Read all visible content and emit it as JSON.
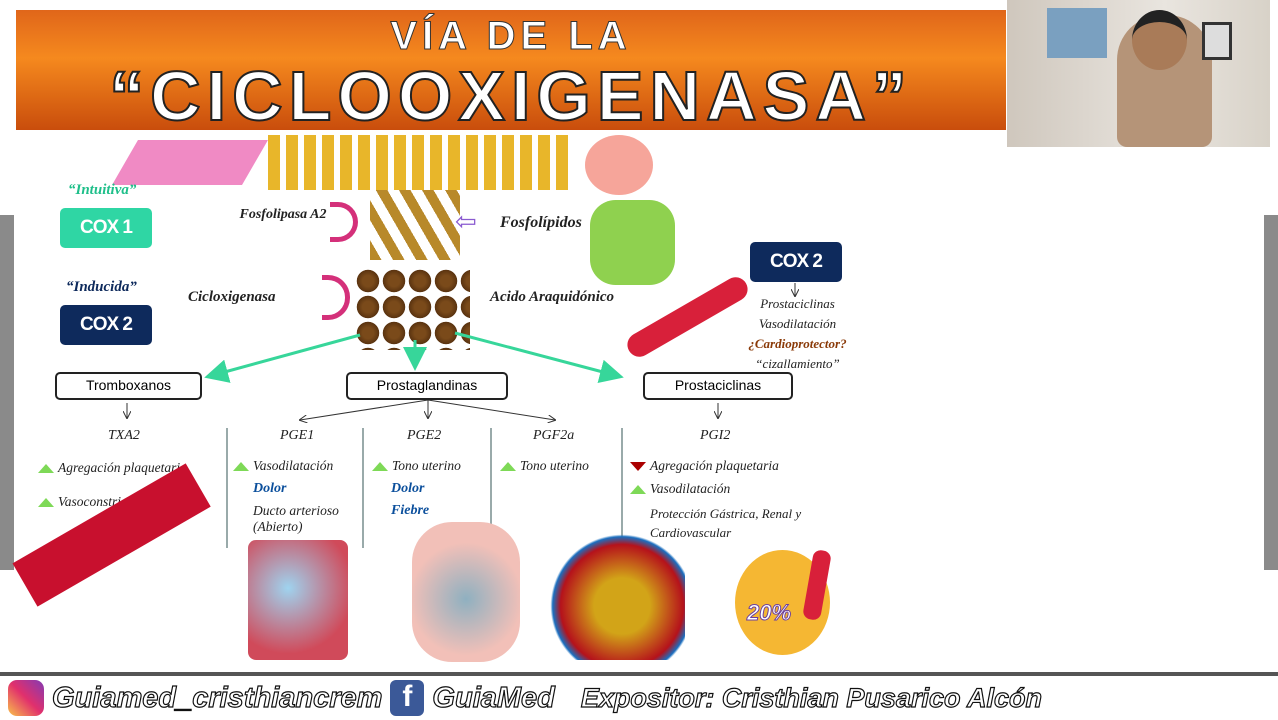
{
  "title": {
    "line1": "VÍA DE LA",
    "line2": "“CICLOOXIGENASA”"
  },
  "left": {
    "intuitiva": "“Intuitiva”",
    "cox1": "COX 1",
    "inducida": "“Inducida”",
    "cox2": "COX 2"
  },
  "center": {
    "fosfolipasa": "Fosfolipasa A2",
    "fosfolipidos": "Fosfolípidos",
    "cicloxigenasa": "Cicloxigenasa",
    "acido": "Acido Araquidónico"
  },
  "right": {
    "cox2": "COX 2",
    "lines": [
      "Prostaciclinas",
      "Vasodilatación"
    ],
    "cardio": "¿Cardioprotector?",
    "ciz": "“cizallamiento”"
  },
  "boxes": {
    "tromboxanos": "Tromboxanos",
    "prostaglandinas": "Prostaglandinas",
    "prostaciclinas": "Prostaciclinas"
  },
  "cols": {
    "txa2": {
      "name": "TXA2",
      "e1": "Agregación plaquetaria",
      "e2": "Vasoconstricción"
    },
    "pge1": {
      "name": "PGE1",
      "e1": "Vasodilatación",
      "b1": "Dolor",
      "e2": "Ducto arterioso (Abierto)"
    },
    "pge2": {
      "name": "PGE2",
      "e1": "Tono uterino",
      "b1": "Dolor",
      "b2": "Fiebre"
    },
    "pgf2a": {
      "name": "PGF2a",
      "e1": "Tono uterino"
    },
    "pgi2": {
      "name": "PGI2",
      "e1": "Agregación plaquetaria",
      "e2": "Vasodilatación",
      "e3": "Protección Gástrica, Renal y Cardiovascular"
    }
  },
  "kidney_label": "20%",
  "footer": {
    "instagram": "Guiamed_cristhiancrem",
    "facebook": "GuiaMed",
    "expositor": "Expositor: Cristhian Pusarico Alcón"
  },
  "colors": {
    "banner": "#f07d1c",
    "cox1": "#2fd6a4",
    "cox2": "#0e2a5c",
    "arrow": "#37d69a"
  }
}
